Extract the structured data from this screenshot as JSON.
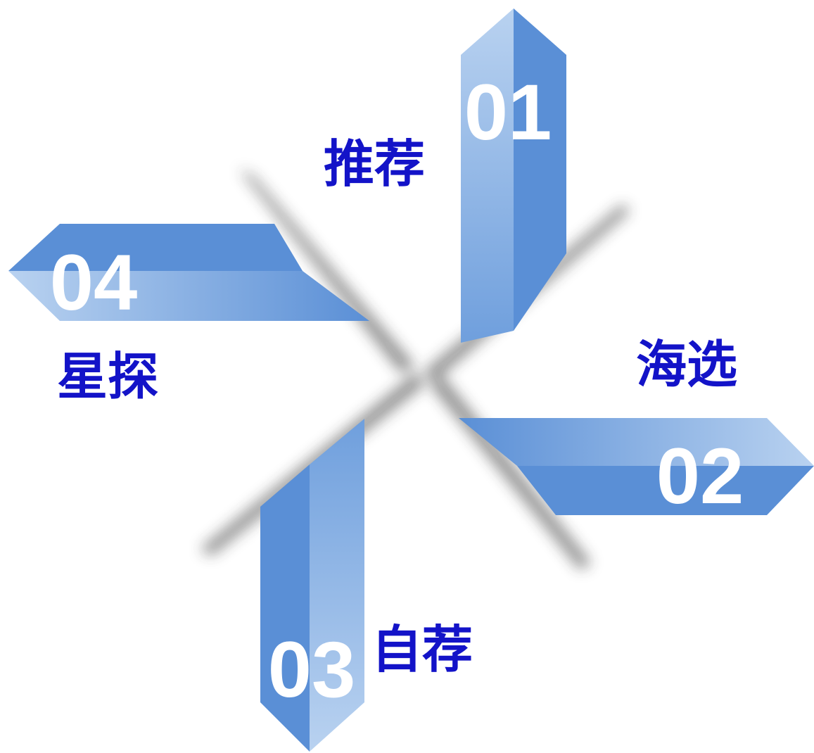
{
  "steps": [
    {
      "number": "01",
      "label": "推荐"
    },
    {
      "number": "02",
      "label": "海选"
    },
    {
      "number": "03",
      "label": "自荐"
    },
    {
      "number": "04",
      "label": "星探"
    }
  ],
  "colors": {
    "arrow_dark": "#5a8fd6",
    "arrow_light": "#b2cdee",
    "number_text": "#ffffff",
    "label_text": "#1313c8"
  }
}
